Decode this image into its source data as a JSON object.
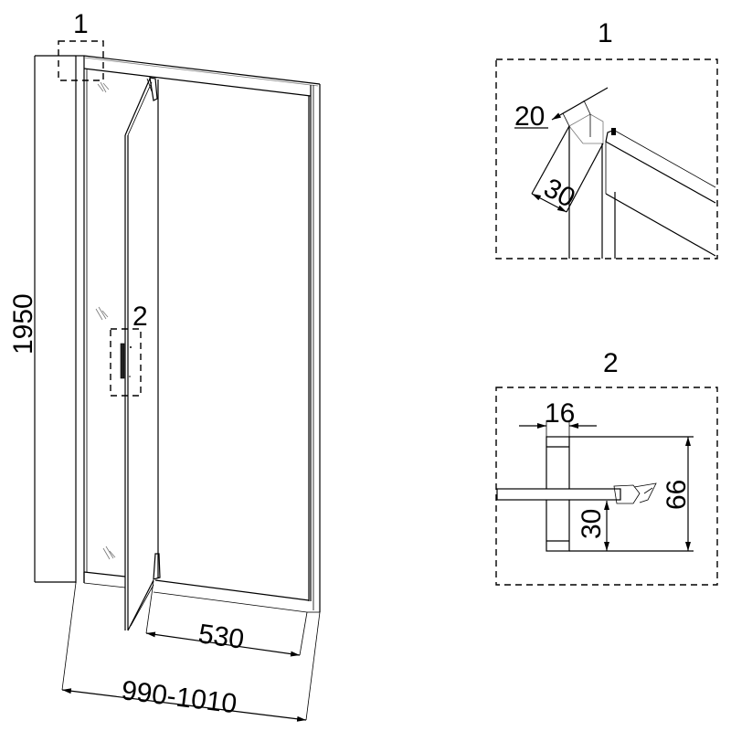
{
  "main_view": {
    "height_dim": "1950",
    "door_width_dim": "530",
    "total_width_dim": "990-1010",
    "callout_1": "1",
    "callout_2": "2"
  },
  "detail_1": {
    "title": "1",
    "width_dim": "20",
    "depth_dim": "30"
  },
  "detail_2": {
    "title": "2",
    "width_dim": "16",
    "height_dim": "66",
    "offset_dim": "30"
  }
}
